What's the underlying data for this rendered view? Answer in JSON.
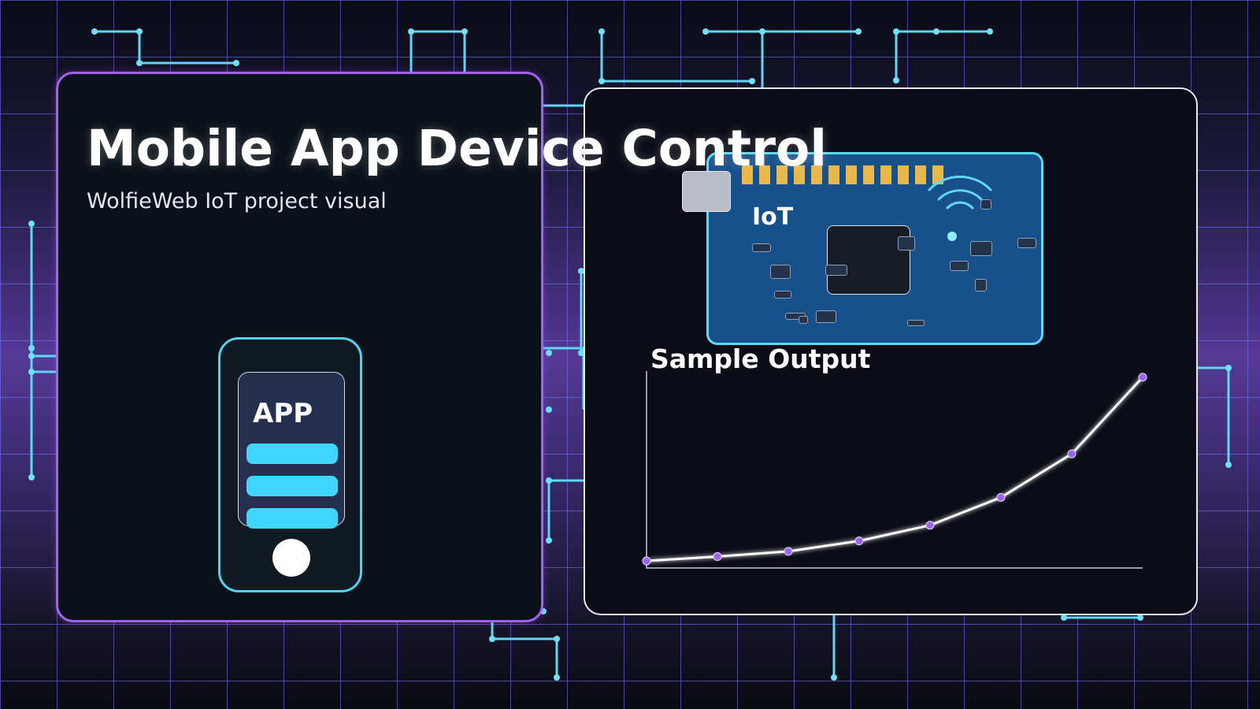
{
  "header": {
    "title": "Mobile App Device Control",
    "subtitle": "WolfieWeb IoT project visual"
  },
  "phone": {
    "app_label": "APP",
    "menu_bar_count": 3
  },
  "iot_board": {
    "label": "IoT",
    "header_pin_count": 12
  },
  "chart": {
    "title": "Sample Output"
  },
  "chart_data": {
    "type": "line",
    "title": "Sample Output",
    "xlabel": "",
    "ylabel": "",
    "x": [
      1,
      2,
      3,
      4,
      5,
      6,
      7,
      8
    ],
    "series": [
      {
        "values": [
          0.5,
          3.0,
          6.0,
          12.0,
          21.0,
          37.0,
          62.0,
          106.0
        ]
      }
    ],
    "ylim": [
      -4,
      110
    ],
    "xlim": [
      1,
      8
    ],
    "grid": false,
    "legend": "none"
  },
  "colors": {
    "accent_purple": "#a062f0",
    "accent_cyan": "#4fd3f0",
    "board_blue": "#17508a",
    "pin_gold": "#e8b84a",
    "chart_line": "#ffffff",
    "chart_point": "#a062f0"
  }
}
